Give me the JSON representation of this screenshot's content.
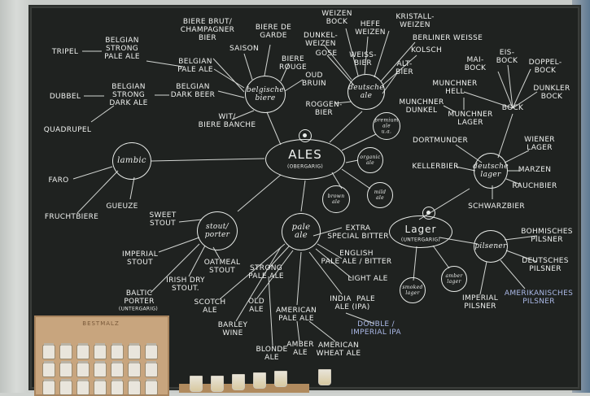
{
  "center": {
    "title": "ALES",
    "subtitle": "(OBERGARIG)"
  },
  "lager": {
    "title": "Lager",
    "subtitle": "(UNTERGARIG)"
  },
  "nodes": {
    "belgische_biere": "belgische\nbiere",
    "deutsche_ale": "deutsche\nale",
    "lambic": "lambic",
    "stout_porter": "stout/\nporter",
    "pale_ale": "pale\nale",
    "deutsche_lager": "deutsche\nlager",
    "pilsener": "pilsener",
    "premium_ale": "premium\nale\nu.a.",
    "organic_ale": "organic\nale",
    "brown_ale": "brown\nale",
    "mild_ale": "mild\nale",
    "amber_lager": "amber\nlager",
    "smoked_lager": "smoked\nlager"
  },
  "belgian": {
    "tripel": "TRIPEL",
    "belgian_strong_pale": "BELGIAN\nSTRONG\nPALE ALE",
    "dubbel": "DUBBEL",
    "belgian_strong_dark": "BELGIAN\nSTRONG\nDARK ALE",
    "quadrupel": "QUADRUPEL",
    "biere_brut": "BIERE BRUT/\nCHAMPAGNER\nBIER",
    "saison": "SAISON",
    "biere_de_garde": "BIERE DE\nGARDE",
    "belgian_pale": "BELGIAN\nPALE ALE",
    "biere_rouge": "BIERE\nROUGE",
    "oud_bruin": "OUD\nBRUIN",
    "belgian_dark": "BELGIAN\nDARK BEER",
    "wit": "WIT/\nBIERE BANCHE"
  },
  "german_ale": {
    "weizenbock": "WEIZEN\nBOCK",
    "hefeweizen": "HEFE\nWEIZEN",
    "kristallweizen": "KRISTALL-\nWEIZEN",
    "dunkelweizen": "DUNKEL-\nWEIZEN",
    "berliner": "BERLINER WEISSE",
    "gose": "GOSE",
    "weissbier": "WEISS-\nBIER",
    "kolsch": "KOLSCH",
    "altbier": "ALT-\nBIER",
    "roggenbier": "ROGGEN-\nBIER"
  },
  "lambic_styles": {
    "faro": "FARO",
    "gueuze": "GUEUZE",
    "fruchtbiere": "FRUCHTBIERE"
  },
  "stout_styles": {
    "sweet_stout": "SWEET\nSTOUT",
    "imperial_stout": "IMPERIAL\nSTOUT",
    "oatmeal": "OATMEAL\nSTOUT",
    "irish_dry": "IRISH DRY\nSTOUT.",
    "baltic": "BALTIC\nPORTER",
    "baltic_sub": "(UNTERGARIG)"
  },
  "pale_styles": {
    "extra_special": "EXTRA\nSPECIAL BITTER",
    "english_pale": "ENGLISH\nPALE ALE / BITTER",
    "light_ale": "LIGHT ALE",
    "strong_pale": "STRONG\nPALE ALE",
    "scotch": "SCOTCH\nALE",
    "old_ale": "OLD\nALE",
    "india_pale": "INDIA  PALE\nALE (IPA)",
    "barley_wine": "BARLEY\nWINE",
    "american_pale": "AMERICAN\nPALE ALE",
    "double_ipa": "DOUBLE /\nIMPERIAL IPA",
    "blonde": "BLONDE\nALE",
    "amber": "AMBER\nALE",
    "american_wheat": "AMERICAN\nWHEAT ALE"
  },
  "lager_styles": {
    "maibock": "MAI-\nBOCK",
    "eisbock": "EIS-\nBOCK",
    "doppelbock": "DOPPEL-\nBOCK",
    "munchner_hell": "MUNCHNER\nHELL",
    "dunkler_bock": "DUNKLER\nBOCK",
    "munchner_dunkel": "MUNCHNER\nDUNKEL",
    "munchner_lager": "MUNCHNER\nLAGER",
    "bock": "BOCK",
    "dortmunder": "DORTMUNDER",
    "wiener": "WIENER\nLAGER",
    "kellerbier": "KELLERBIER",
    "marzen": "MARZEN",
    "rauchbier": "RAUCHBIER",
    "schwarzbier": "SCHWARZBIER",
    "bohmisches": "BOHMISCHES\nPILSNER",
    "deutsches": "DEUTSCHES\nPILSNER",
    "imperial_pilsner": "IMPERIAL\nPILSNER",
    "amerikanisches": "AMERIKANISCHES\nPILSNER"
  },
  "shelf": {
    "brand": "BESTMALZ"
  }
}
